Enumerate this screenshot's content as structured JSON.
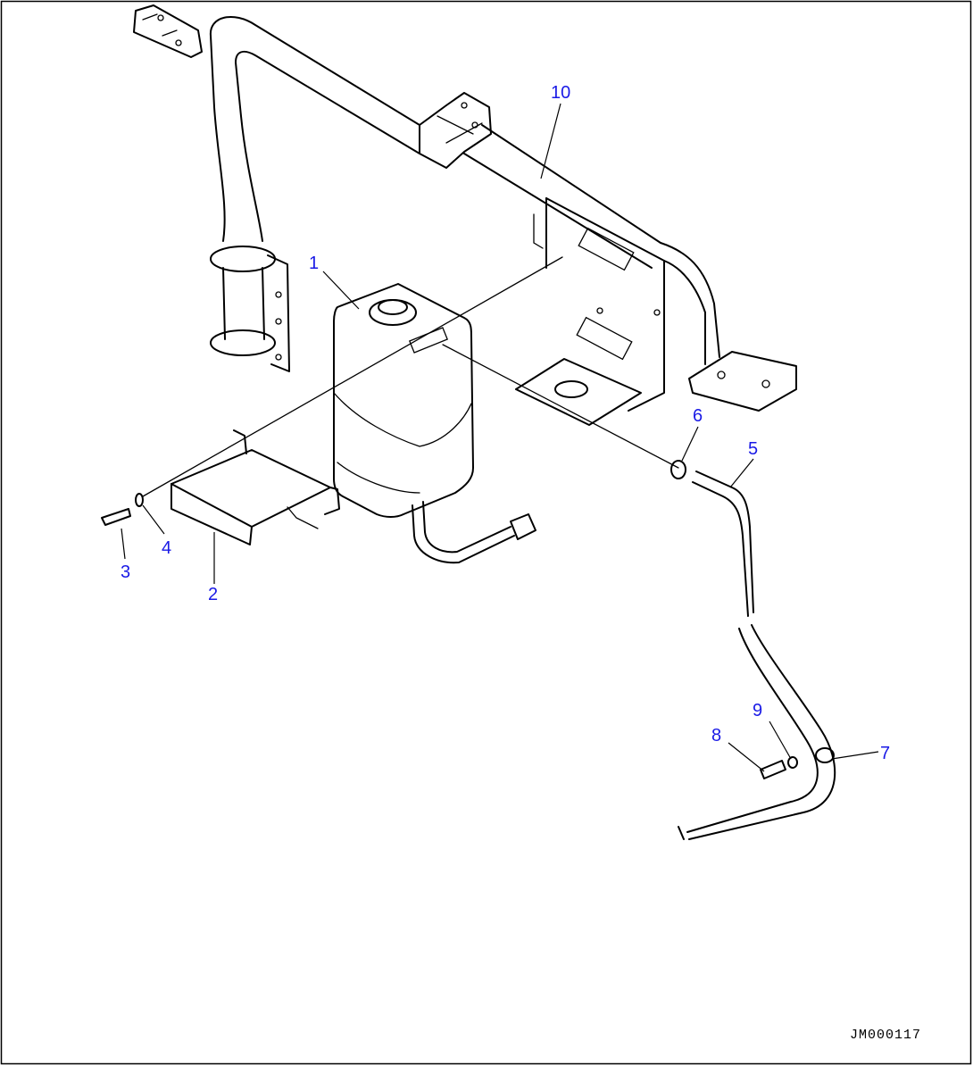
{
  "drawing_code": "JM000117",
  "callouts": [
    {
      "id": "c1",
      "label": "1"
    },
    {
      "id": "c2",
      "label": "2"
    },
    {
      "id": "c3",
      "label": "3"
    },
    {
      "id": "c4",
      "label": "4"
    },
    {
      "id": "c5",
      "label": "5"
    },
    {
      "id": "c6",
      "label": "6"
    },
    {
      "id": "c7",
      "label": "7"
    },
    {
      "id": "c8",
      "label": "8"
    },
    {
      "id": "c9",
      "label": "9"
    },
    {
      "id": "c10",
      "label": "10"
    }
  ],
  "colors": {
    "callout": "#1a1ae6",
    "line": "#000000",
    "background": "#ffffff"
  }
}
